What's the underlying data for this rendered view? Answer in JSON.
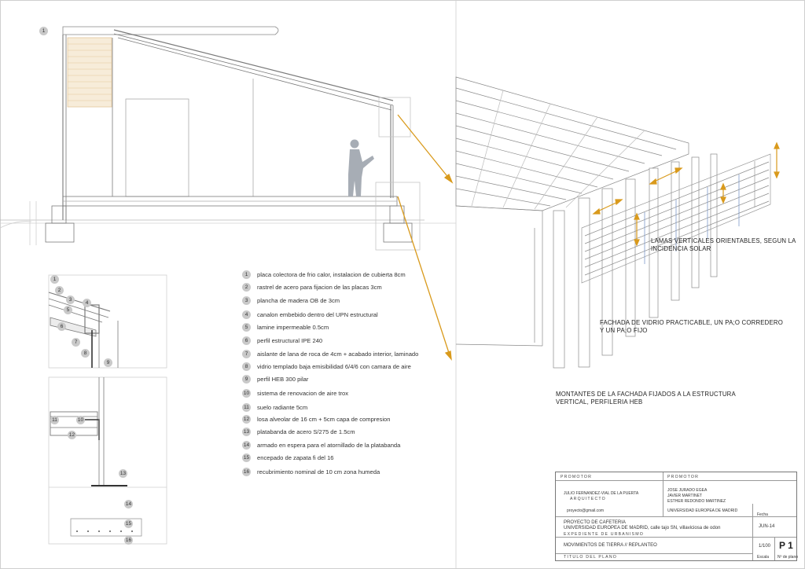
{
  "section_bubble": "1",
  "legend": [
    {
      "num": "1",
      "text": "placa colectora de frio calor, instalacion de cubierta 8cm"
    },
    {
      "num": "2",
      "text": "rastrel de acero para fijacion de las placas 3cm"
    },
    {
      "num": "3",
      "text": "plancha de madera OB de 3cm"
    },
    {
      "num": "4",
      "text": "canalon embebido dentro del UPN estructural"
    },
    {
      "num": "5",
      "text": "lamine impermeable 0.5cm"
    },
    {
      "num": "6",
      "text": "perfil estructural IPE 240"
    },
    {
      "num": "7",
      "text": "aislante de lana de roca de 4cm + acabado interior, laminado"
    },
    {
      "num": "8",
      "text": "vidrio templado baja emisibilidad 6/4/6 con camara de aire"
    },
    {
      "num": "9",
      "text": "perfil HEB 300 pilar"
    },
    {
      "num": "10",
      "text": "sistema de renovacion de aire trox"
    },
    {
      "num": "11",
      "text": "suelo radiante 5cm"
    },
    {
      "num": "12",
      "text": "losa alveolar de 16 cm + 5cm capa de compresion"
    },
    {
      "num": "13",
      "text": "platabanda de acero S/275 de 1.5cm"
    },
    {
      "num": "14",
      "text": "armado en espera para el atornillado de la platabanda"
    },
    {
      "num": "15",
      "text": "encepado de zapata fi del 16"
    },
    {
      "num": "16",
      "text": "recubrimiento nominal de 10 cm zona humeda"
    }
  ],
  "detail_top_numbers": [
    "1",
    "2",
    "3",
    "4",
    "5",
    "6",
    "7",
    "8",
    "9"
  ],
  "detail_bottom_numbers": [
    "11",
    "10",
    "12",
    "13",
    "14",
    "15",
    "16"
  ],
  "annotations": {
    "lamas_1": "LAMAS VERTICALES ORIENTABLES, SEGUN LA",
    "lamas_2": "INCIDENCIA SOLAR",
    "fachada_1": "FACHADA DE VIDRIO PRACTICABLE, UN PA;O CORREDERO",
    "fachada_2": "Y UN PA;O FIJO",
    "montantes_1": "MONTANTES DE LA FACHADA FIJADOS A LA ESTRUCTURA",
    "montantes_2": "VERTICAL, PERFILERIA HEB"
  },
  "title_block": {
    "promotor_left_label": "PROMOTOR",
    "promotor_right_label": "PROMOTOR",
    "author_name": "JULIO FERNANDEZ-VIAL DE LA PUERTA",
    "author_role": "ARQUITECTO",
    "team_1": "JOSE JURADO EGEA",
    "team_2": "JAVIER MARTINET",
    "team_3": "ESTHER REDONDO MARTINEZ",
    "author_email": "proyecto@gmail.com",
    "university_small": "UNIVERSIDAD EUROPEA DE MADRID",
    "fecha_label": "Fecha",
    "project_1": "PROYECTO DE CAFETERIA",
    "project_2": "UNIVERSIDAD EUROPEA DE MADRID, calle tajo SN, villaviciosa de odon",
    "expediente_label": "EXPEDIENTE DE URBANISMO",
    "date": "JUN-14",
    "plan_title": "MOVIMIENTOS DE TIERRA // REPLANTEO",
    "plan_title_label": "TITULO DEL PLANO",
    "scale": "1/100",
    "scale_label": "Escala",
    "plan_num": "P 1",
    "plan_num_label": "Nº de plano"
  },
  "colors": {
    "accent_arrow": "#d99a1c",
    "line": "#7a7a7a",
    "figure": "#a7adb5"
  }
}
